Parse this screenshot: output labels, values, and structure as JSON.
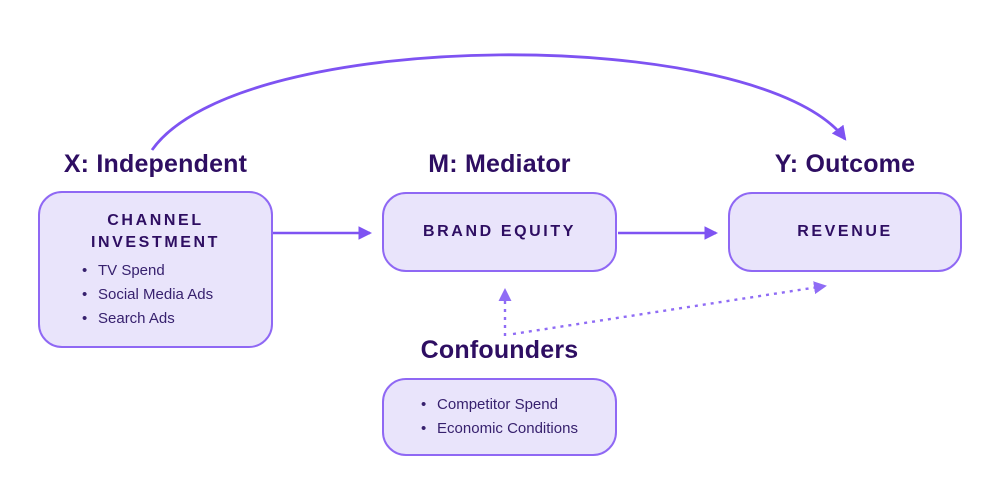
{
  "diagram": {
    "type": "mediation-causal-diagram",
    "nodes": {
      "independent": {
        "heading": "X: Independent",
        "title": "CHANNEL INVESTMENT",
        "bullets": [
          "TV Spend",
          "Social Media Ads",
          "Search Ads"
        ]
      },
      "mediator": {
        "heading": "M: Mediator",
        "title": "BRAND EQUITY"
      },
      "outcome": {
        "heading": "Y: Outcome",
        "title": "REVENUE"
      },
      "confounders": {
        "heading": "Confounders",
        "bullets": [
          "Competitor Spend",
          "Economic Conditions"
        ]
      }
    },
    "edges": [
      {
        "from": "independent",
        "to": "outcome",
        "style": "solid-curved-arc"
      },
      {
        "from": "independent",
        "to": "mediator",
        "style": "solid"
      },
      {
        "from": "mediator",
        "to": "outcome",
        "style": "solid"
      },
      {
        "from": "confounders",
        "to": "mediator",
        "style": "dotted"
      },
      {
        "from": "confounders",
        "to": "outcome",
        "style": "dotted"
      }
    ]
  },
  "colors": {
    "arrow_solid": "#7e53f2",
    "arrow_dotted": "#8f6cf5",
    "box_border": "#8f68f4",
    "box_fill": "#e9e4fb",
    "heading_text": "#2e0e62",
    "body_text": "#37216e",
    "background": "#ffffff"
  }
}
